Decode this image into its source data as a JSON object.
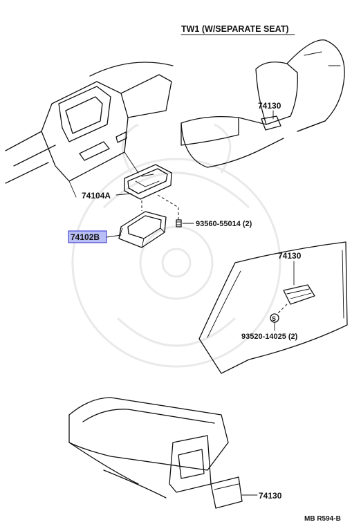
{
  "header": {
    "title": "TW1 (W/SEPARATE SEAT)"
  },
  "parts": {
    "ashtray_center_top": "74104A",
    "ashtray_inner_highlight": "74102B",
    "screw": "93560-55014 (2)",
    "ashtray_seat": "74130",
    "ashtray_door": "74130",
    "screw_door": "93520-14025 (2)",
    "ashtray_rear": "74130"
  },
  "footer": {
    "code": "MB R594-B"
  },
  "colors": {
    "highlight_fill": "#b9bff5",
    "highlight_stroke": "#2a2ad0",
    "line": "#111111"
  }
}
